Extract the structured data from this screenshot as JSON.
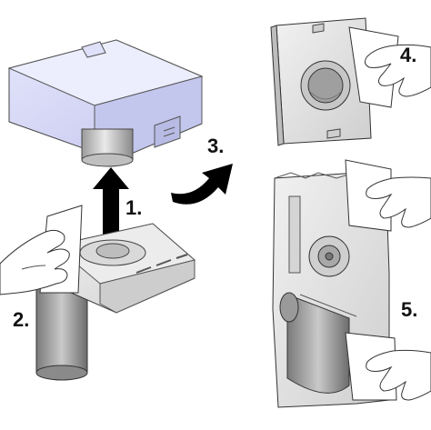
{
  "steps": [
    {
      "id": "1",
      "label": "1."
    },
    {
      "id": "2",
      "label": "2."
    },
    {
      "id": "3",
      "label": "3."
    },
    {
      "id": "4",
      "label": "4."
    },
    {
      "id": "5",
      "label": "5."
    }
  ],
  "colors": {
    "lid": "#d6d8f5",
    "lid_dark": "#aeb1dd",
    "metal_light": "#e6e6e6",
    "metal_mid": "#bdbdbd",
    "metal_dark": "#7d7d7d",
    "outline": "#333333",
    "hand_fill": "#ffffff",
    "arrow": "#000000"
  }
}
